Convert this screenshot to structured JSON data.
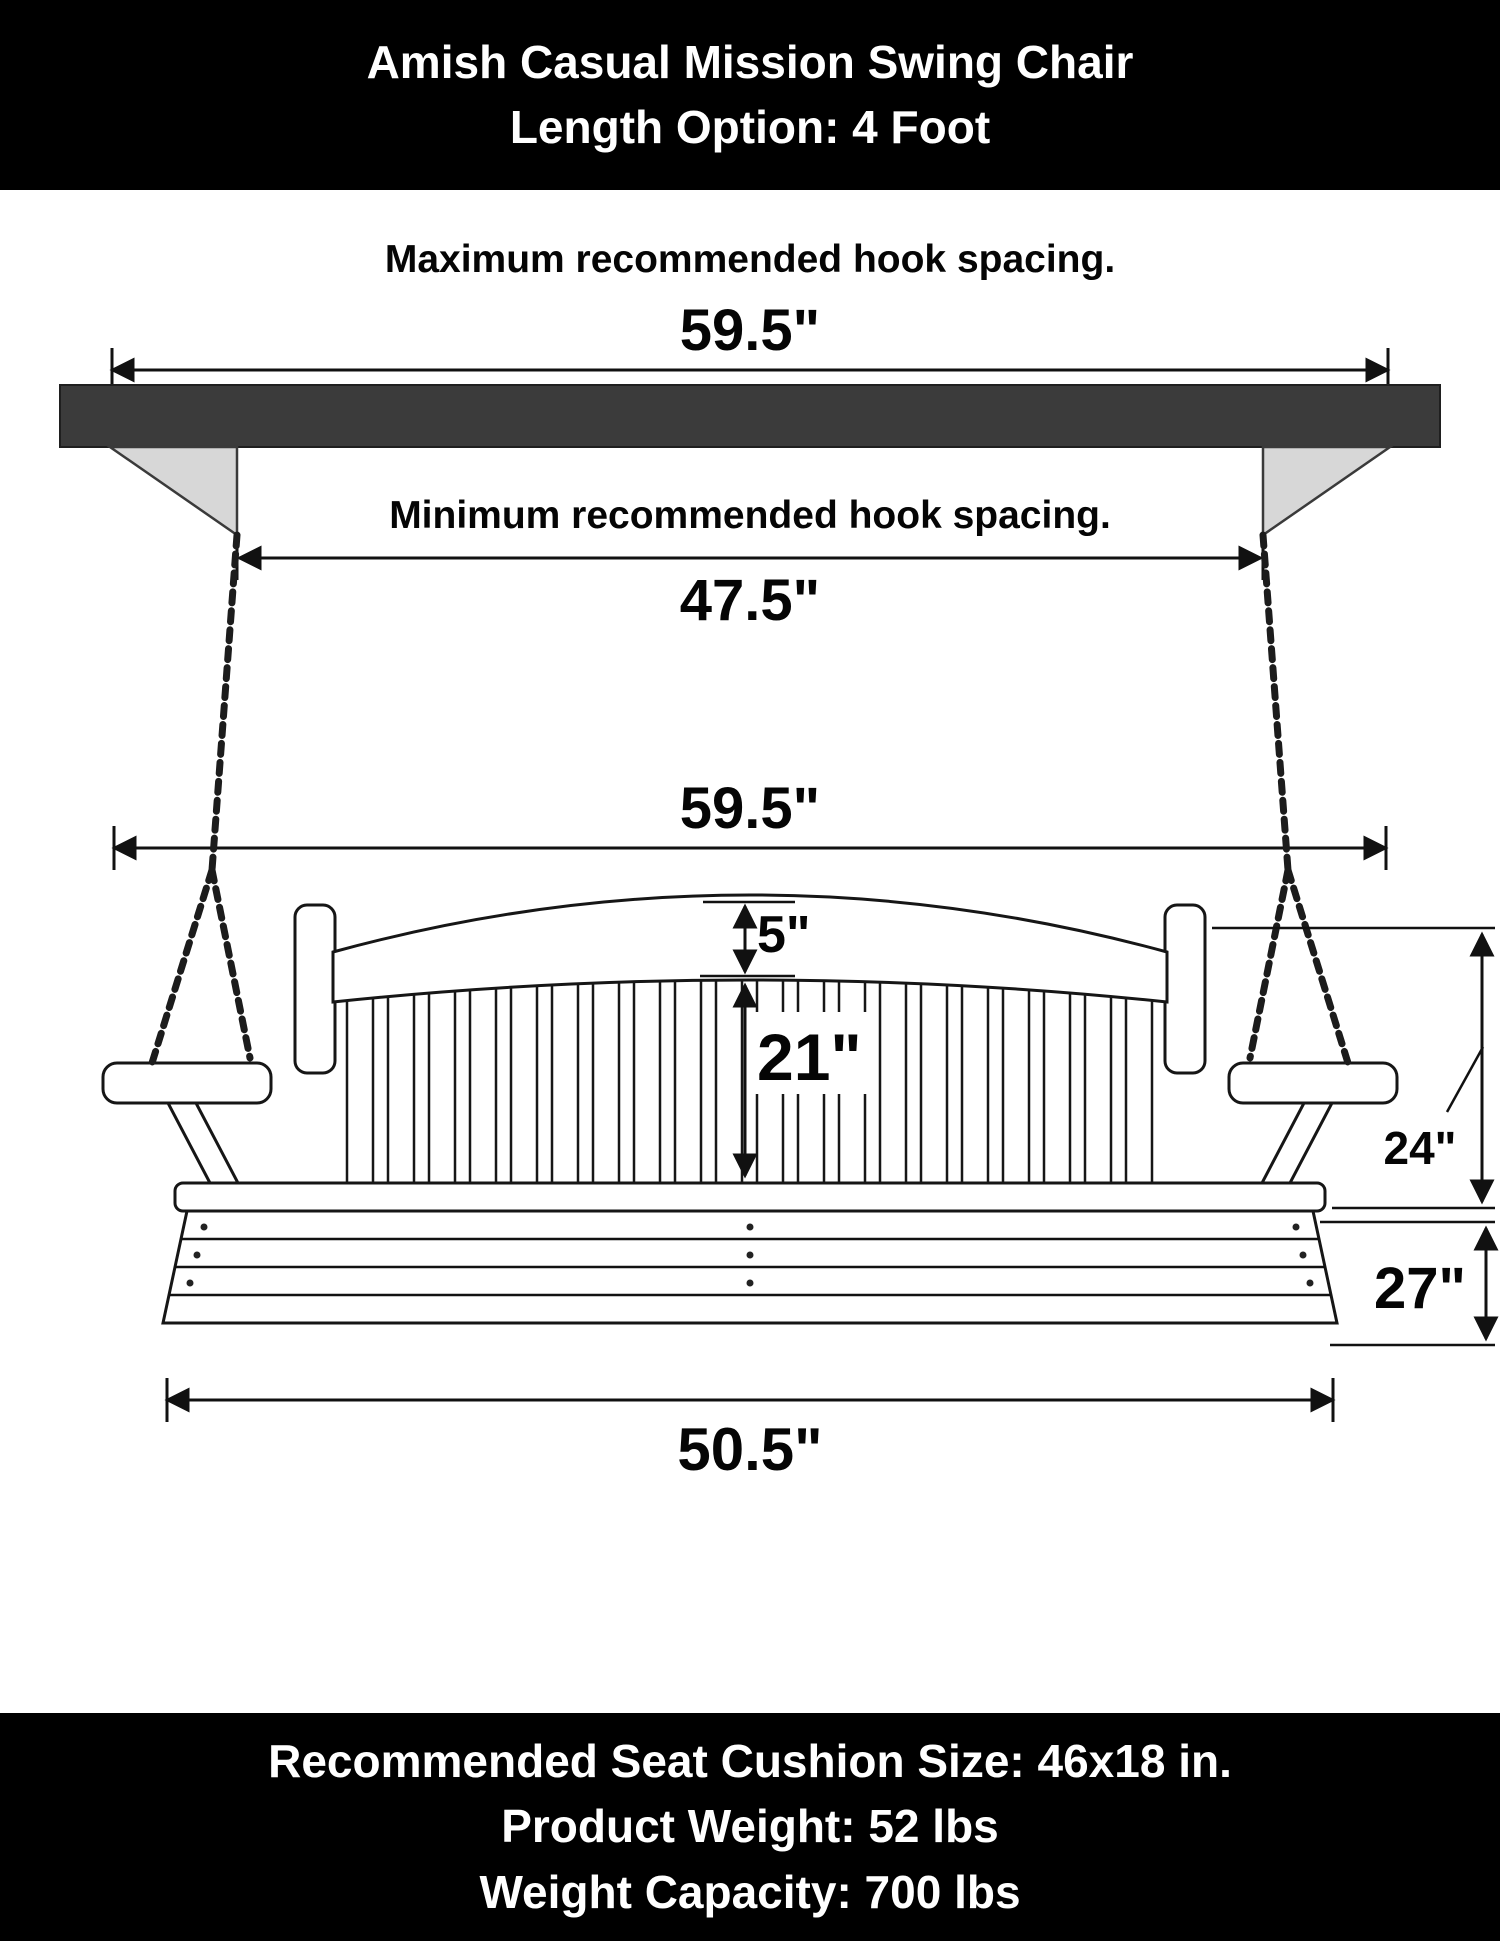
{
  "header": {
    "title": "Amish Casual Mission Swing Chair",
    "subtitle": "Length Option: 4 Foot"
  },
  "diagram": {
    "max_hook_label": "Maximum recommended hook spacing.",
    "max_hook_value": "59.5\"",
    "min_hook_label": "Minimum recommended hook spacing.",
    "min_hook_value": "47.5\"",
    "swing_width_value": "59.5\"",
    "back_rail_value": "5\"",
    "back_height_value": "21\"",
    "arm_height_value": "24\"",
    "total_height_value": "27\"",
    "seat_width_value": "50.5\""
  },
  "footer": {
    "cushion_line": "Recommended Seat Cushion Size: 46x18 in.",
    "weight_line": "Product Weight: 52 lbs",
    "capacity_line": "Weight Capacity: 700 lbs"
  },
  "colors": {
    "banner_bg": "#000000",
    "banner_text": "#ffffff",
    "beam_fill": "#3b3b3b",
    "bracket_fill": "#d7d7d7",
    "line_color": "#111111"
  }
}
